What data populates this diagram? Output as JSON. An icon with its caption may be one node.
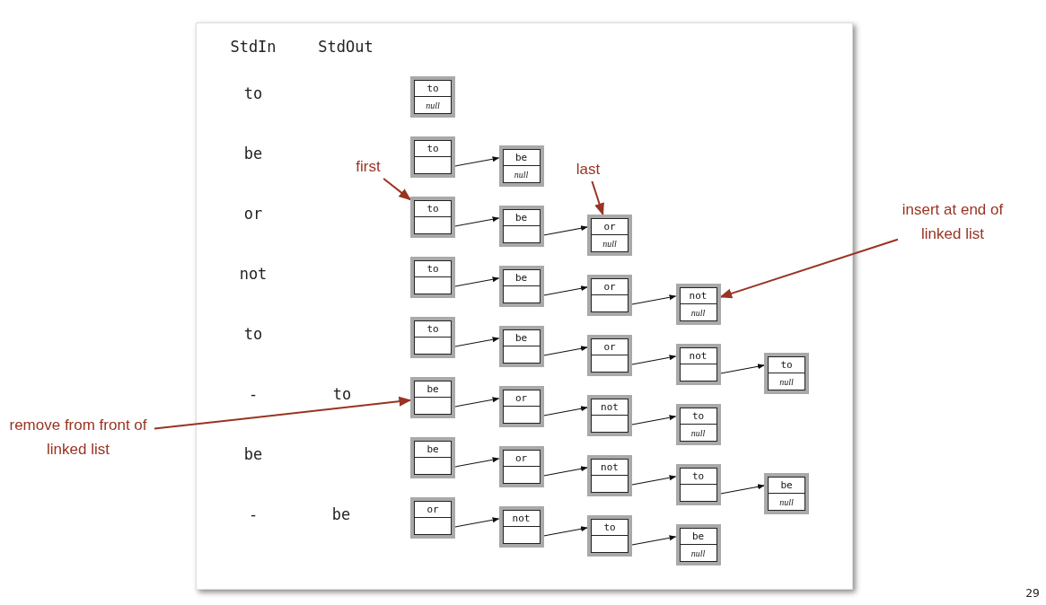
{
  "diagram": {
    "nodes": [
      {
        "text": [
          "to",
          "null"
        ]
      },
      {
        "text": [
          "to"
        ]
      },
      {
        "text": [
          "be",
          "null"
        ]
      },
      {
        "text": [
          "first"
        ]
      },
      {
        "text": [
          "last"
        ]
      },
      {
        "text": [
          "insert at end of linked list"
        ]
      },
      {
        "text": [
          "to"
        ]
      },
      {
        "text": [
          "be"
        ]
      },
      {
        "text": [
          "or",
          "null"
        ]
      },
      {
        "text": [
          "to"
        ]
      },
      {
        "text": [
          "be"
        ]
      },
      {
        "text": [
          "or"
        ]
      },
      {
        "text": [
          "not",
          "null"
        ]
      },
      {
        "text": [
          "to"
        ]
      },
      {
        "text": [
          "be"
        ]
      },
      {
        "text": [
          "or"
        ]
      },
      {
        "text": [
          "not"
        ]
      },
      {
        "text": [
          "to",
          "null"
        ]
      },
      {
        "text": [
          "remove from front of linked list"
        ]
      },
      {
        "text": [
          "be"
        ]
      },
      {
        "text": [
          "or"
        ]
      },
      {
        "text": [
          "not"
        ]
      },
      {
        "text": [
          "to",
          "null"
        ]
      },
      {
        "text": [
          "be"
        ]
      },
      {
        "text": [
          "or"
        ]
      },
      {
        "text": [
          "not"
        ]
      },
      {
        "text": [
          "to"
        ]
      },
      {
        "text": [
          "be",
          "null"
        ]
      },
      {
        "text": [
          "or"
        ]
      },
      {
        "text": [
          "not"
        ]
      },
      {
        "text": [
          "to"
        ]
      },
      {
        "text": [
          "be",
          "null"
        ]
      }
    ],
    "edges": [
      {
        "from": 1,
        "to": 2,
        "arrow": "to"
      },
      {
        "from": 3,
        "to": 6,
        "arrow": "to",
        "color": "#993322"
      },
      {
        "from": 4,
        "to": 8,
        "arrow": "to",
        "color": "#993322"
      },
      {
        "from": 6,
        "to": 7,
        "arrow": "to"
      },
      {
        "from": 7,
        "to": 8,
        "arrow": "to"
      },
      {
        "from": 5,
        "to": 12,
        "arrow": "to",
        "color": "#993322"
      },
      {
        "from": 9,
        "to": 10,
        "arrow": "to"
      },
      {
        "from": 10,
        "to": 11,
        "arrow": "to"
      },
      {
        "from": 11,
        "to": 12,
        "arrow": "to"
      },
      {
        "from": 13,
        "to": 14,
        "arrow": "to"
      },
      {
        "from": 14,
        "to": 15,
        "arrow": "to"
      },
      {
        "from": 15,
        "to": 16,
        "arrow": "to"
      },
      {
        "from": 16,
        "to": 17,
        "arrow": "to"
      },
      {
        "from": 18,
        "to": 19,
        "arrow": "to",
        "color": "#993322"
      },
      {
        "from": 19,
        "to": 20,
        "arrow": "to"
      },
      {
        "from": 20,
        "to": 21,
        "arrow": "to"
      },
      {
        "from": 21,
        "to": 22,
        "arrow": "to"
      },
      {
        "from": 23,
        "to": 24,
        "arrow": "to"
      },
      {
        "from": 24,
        "to": 25,
        "arrow": "to"
      },
      {
        "from": 25,
        "to": 26,
        "arrow": "to"
      },
      {
        "from": 26,
        "to": 27,
        "arrow": "to"
      },
      {
        "from": 28,
        "to": 29,
        "arrow": "to"
      },
      {
        "from": 29,
        "to": 30,
        "arrow": "to"
      },
      {
        "from": 30,
        "to": 31,
        "arrow": "to"
      }
    ],
    "labels": [
      "StdIn",
      "StdOut",
      "to",
      "be",
      "or",
      "not",
      "to",
      "-",
      "to",
      "be",
      "-",
      "be",
      "29"
    ]
  }
}
